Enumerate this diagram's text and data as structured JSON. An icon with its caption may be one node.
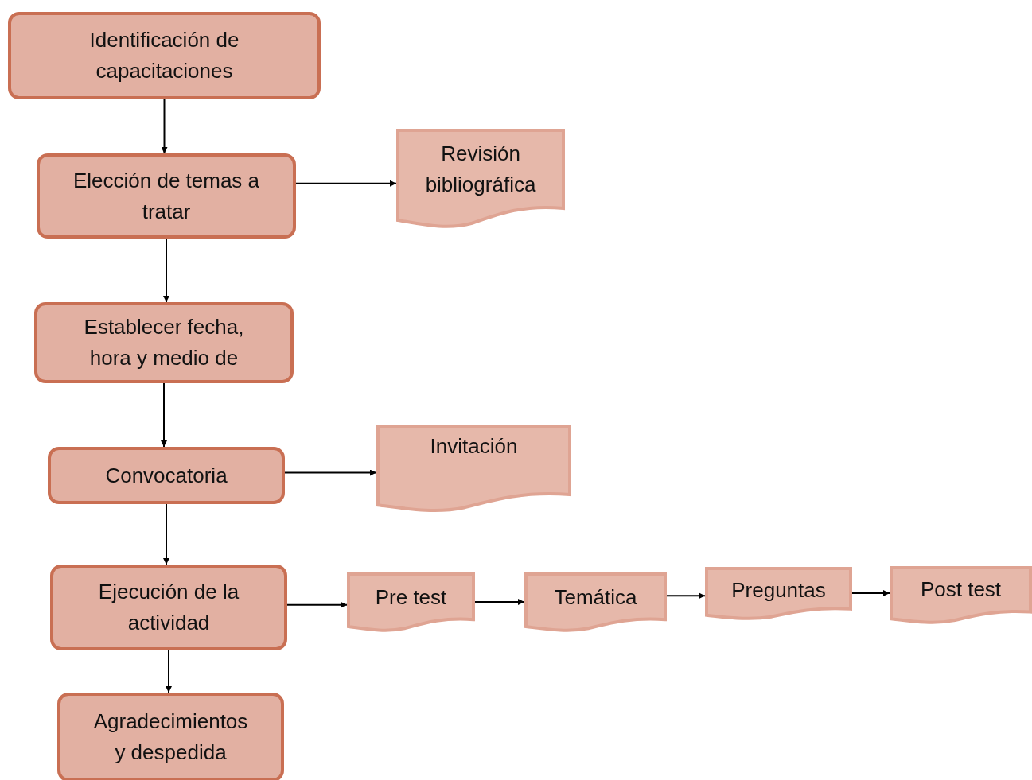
{
  "diagram": {
    "nodes": [
      {
        "text": [
          "Identificación de capacitaciones"
        ]
      },
      {
        "text": [
          "Elección de temas a tratar"
        ]
      },
      {
        "text": [
          "Revisión bibliográfica"
        ]
      },
      {
        "text": [
          "Establecer fecha, hora y medio de"
        ]
      },
      {
        "text": [
          "Convocatoria"
        ]
      },
      {
        "text": [
          "Invitación"
        ]
      },
      {
        "text": [
          "Ejecución de la actividad"
        ]
      },
      {
        "text": [
          "Pre test"
        ]
      },
      {
        "text": [
          "Temática"
        ]
      },
      {
        "text": [
          "Preguntas"
        ]
      },
      {
        "text": [
          "Post test"
        ]
      },
      {
        "text": [
          "Agradecimientos y despedida"
        ]
      }
    ],
    "edges": [
      {
        "from": 0,
        "to": 1,
        "arrow": "to"
      },
      {
        "from": 1,
        "to": 2,
        "arrow": "to"
      },
      {
        "from": 1,
        "to": 3,
        "arrow": "to"
      },
      {
        "from": 3,
        "to": 4,
        "arrow": "to"
      },
      {
        "from": 4,
        "to": 5,
        "arrow": "to"
      },
      {
        "from": 4,
        "to": 6,
        "arrow": "to"
      },
      {
        "from": 6,
        "to": 7,
        "arrow": "to"
      },
      {
        "from": 7,
        "to": 8,
        "arrow": "to"
      },
      {
        "from": 8,
        "to": 9,
        "arrow": "to"
      },
      {
        "from": 9,
        "to": 10,
        "arrow": "to"
      },
      {
        "from": 6,
        "to": 11,
        "arrow": "to"
      }
    ]
  }
}
